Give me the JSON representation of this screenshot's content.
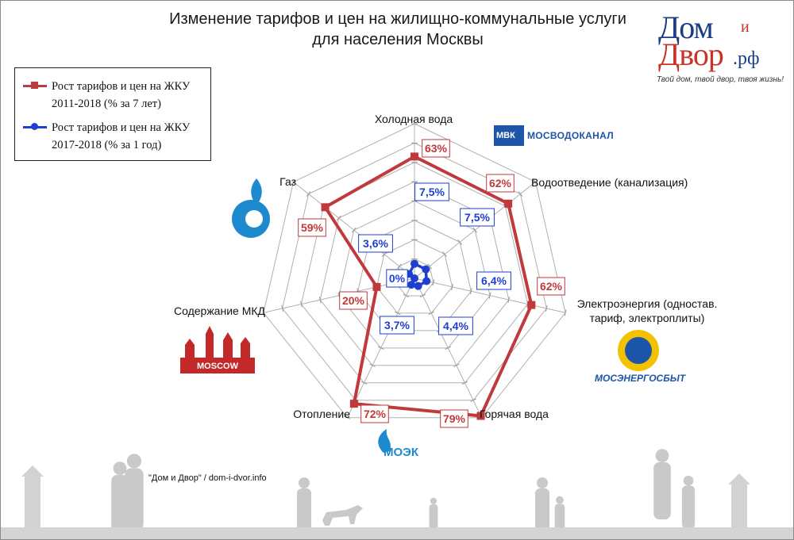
{
  "title_line1": "Изменение тарифов и цен на жилищно-коммунальные услуги",
  "title_line2": "для населения Москвы",
  "legend": [
    {
      "line1": "Рост тарифов и цен на ЖКУ",
      "line2": "2011-2018 (% за 7 лет)",
      "color": "#c0393b"
    },
    {
      "line1": "Рост тарифов и цен на ЖКУ",
      "line2": "2017-2018 (% за 1 год)",
      "color": "#1e3fd0"
    }
  ],
  "logos": {
    "main_dom": "Дом",
    "main_i": "и",
    "main_dvor": "Двор",
    "main_rf": ".рф",
    "main_tagline": "Твой дом, твой двор, твоя жизнь!",
    "mvk_abbr": "МВК",
    "mvk": "МОСВОДОКАНАЛ",
    "mesbyt": "МОСЭНЕРГОСБЫТ",
    "moscow": "MOSCOW",
    "moek": "МОЭК"
  },
  "source": "\"Дом и Двор\" / dom-i-dvor.info",
  "colors": {
    "series_7y": "#c0393b",
    "series_1y": "#1e3fd0",
    "grid": "#b0b0b0"
  },
  "chart_data": {
    "type": "radar",
    "title": "Изменение тарифов и цен на жилищно-коммунальные услуги для населения Москвы",
    "categories": [
      "Холодная вода",
      "Водоотведение (канализация)",
      "Электроэнергия (одностав. тариф, электроплиты)",
      "Горячая вода",
      "Отопление",
      "Содержание МКД",
      "Газ"
    ],
    "category_lines": [
      [
        "Холодная вода"
      ],
      [
        "Водоотведение (канализация)"
      ],
      [
        "Электроэнергия (одностав.",
        "тариф, электроплиты)"
      ],
      [
        "Горячая вода"
      ],
      [
        "Отопление"
      ],
      [
        "Содержание МКД"
      ],
      [
        "Газ"
      ]
    ],
    "range": [
      0,
      80
    ],
    "series": [
      {
        "name": "Рост тарифов и цен на ЖКУ 2011-2018 (% за 7 лет)",
        "values": [
          63,
          62,
          62,
          79,
          72,
          20,
          59
        ],
        "labels": [
          "63%",
          "62%",
          "62%",
          "79%",
          "72%",
          "20%",
          "59%"
        ]
      },
      {
        "name": "Рост тарифов и цен на ЖКУ 2017-2018 (% за 1 год)",
        "values": [
          7.5,
          7.5,
          6.4,
          4.4,
          3.7,
          0,
          3.6
        ],
        "labels": [
          "7,5%",
          "7,5%",
          "6,4%",
          "4,4%",
          "3,7%",
          "0%",
          "3,6%"
        ]
      }
    ]
  }
}
